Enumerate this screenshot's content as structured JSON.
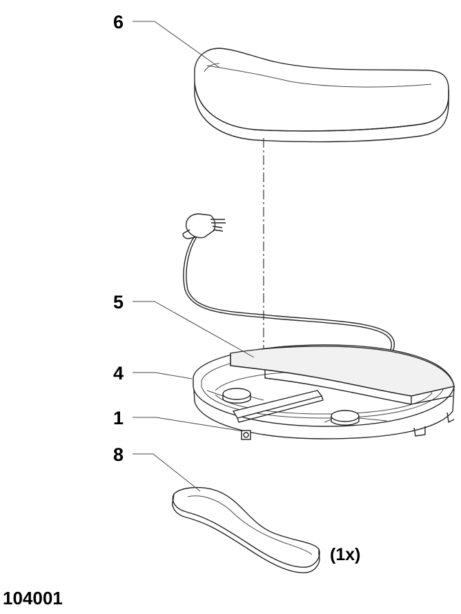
{
  "callouts": {
    "part_6": "6",
    "part_5": "5",
    "part_4": "4",
    "part_1": "1",
    "part_8": "8"
  },
  "quantity_note": "(1x)",
  "drawing_code": "104001"
}
